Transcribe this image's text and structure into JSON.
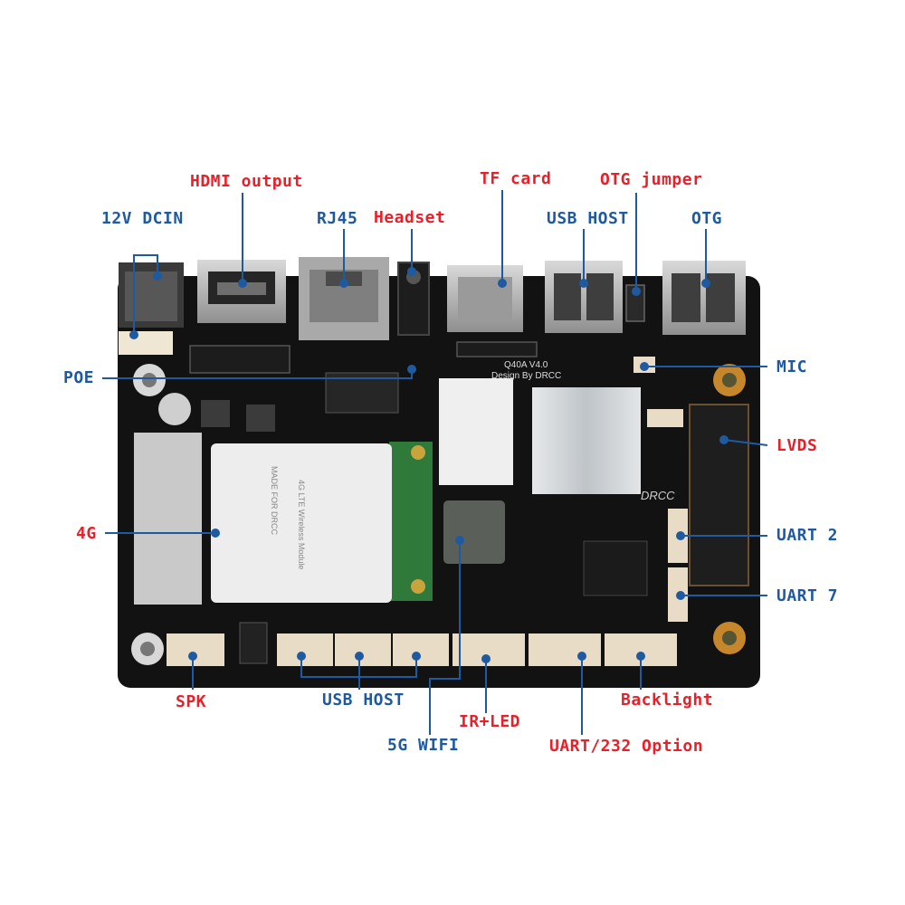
{
  "colors": {
    "label_red": "#e8202a",
    "label_blue": "#1f5aa0",
    "board": "#121212",
    "module": "#ededed",
    "heatsink": "#cfd3d6",
    "connector": "#e9dcc6",
    "port_metal": "#b9b9b9"
  },
  "labels": {
    "hdmi_output": "HDMI output",
    "tf_card": "TF card",
    "otg_jumper": "OTG jumper",
    "dc_in": "12V DCIN",
    "rj45": "RJ45",
    "headset": "Headset",
    "usb_host_top": "USB HOST",
    "otg": "OTG",
    "poe": "POE",
    "mic": "MIC",
    "lvds": "LVDS",
    "g4": "4G",
    "uart2": "UART 2",
    "uart7": "UART 7",
    "spk": "SPK",
    "usb_host_bottom": "USB HOST",
    "backlight": "Backlight",
    "ir_led": "IR+LED",
    "wifi5g": "5G WIFI",
    "uart232": "UART/232 Option"
  },
  "board_text": {
    "model": "Q40A  V4.0",
    "design": "Design By DRCC",
    "module_title": "4G LTE Wireless Module",
    "module_made": "MADE FOR DRCC",
    "brand": "DRCC"
  }
}
